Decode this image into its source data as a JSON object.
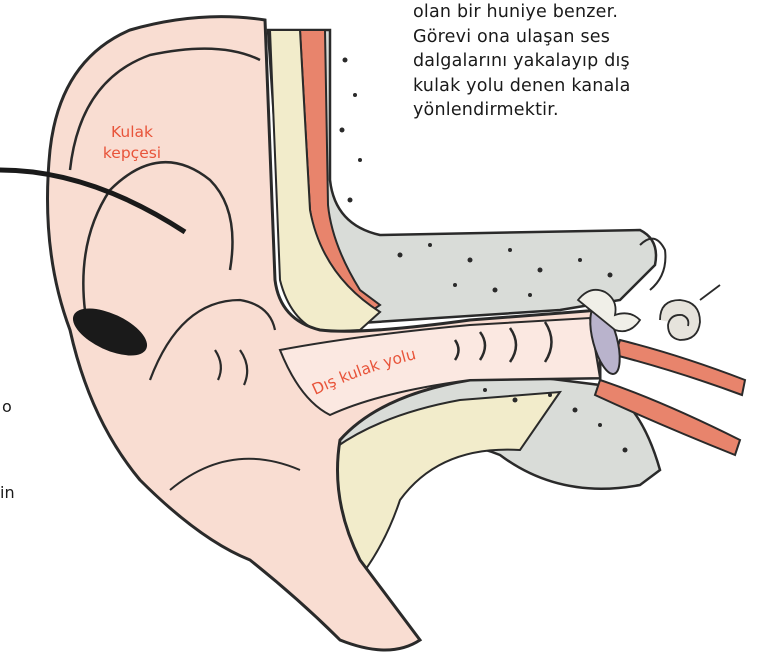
{
  "description": {
    "lines": [
      "olan bir huniye benzer.",
      "Görevi ona ulaşan ses",
      "dalgalarını yakalayıp dış",
      "kulak yolu denen kanala",
      "yönlendirmektir."
    ]
  },
  "left_fragments": [
    "o",
    "in"
  ],
  "labels": {
    "auricle_line1": "Kulak",
    "auricle_line2": "kepçesi",
    "ear_canal": "Dış kulak yolu"
  },
  "colors": {
    "skin": "#f9ddd2",
    "skin_shadow": "#efc3b6",
    "cartilage": "#f2eccb",
    "bone": "#d9dcd8",
    "muscle": "#e8846c",
    "label": "#e8543a",
    "outline": "#2a2a2a"
  }
}
